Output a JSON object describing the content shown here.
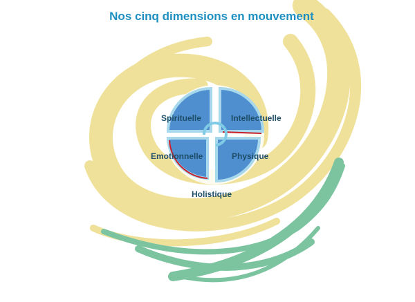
{
  "title": "Nos cinq dimensions en mouvement",
  "dimensions": {
    "spirituelle": "Spirituelle",
    "intellectuelle": "Intellectuelle",
    "emotionnelle": "Emotionnelle",
    "physique": "Physique",
    "holistique": "Holistique"
  },
  "colors": {
    "swirl": "#efe19a",
    "green": "#7cc4a0",
    "quadrant": "#4f8fd0",
    "title": "#1d8fc1",
    "accent": "#c8202a"
  }
}
